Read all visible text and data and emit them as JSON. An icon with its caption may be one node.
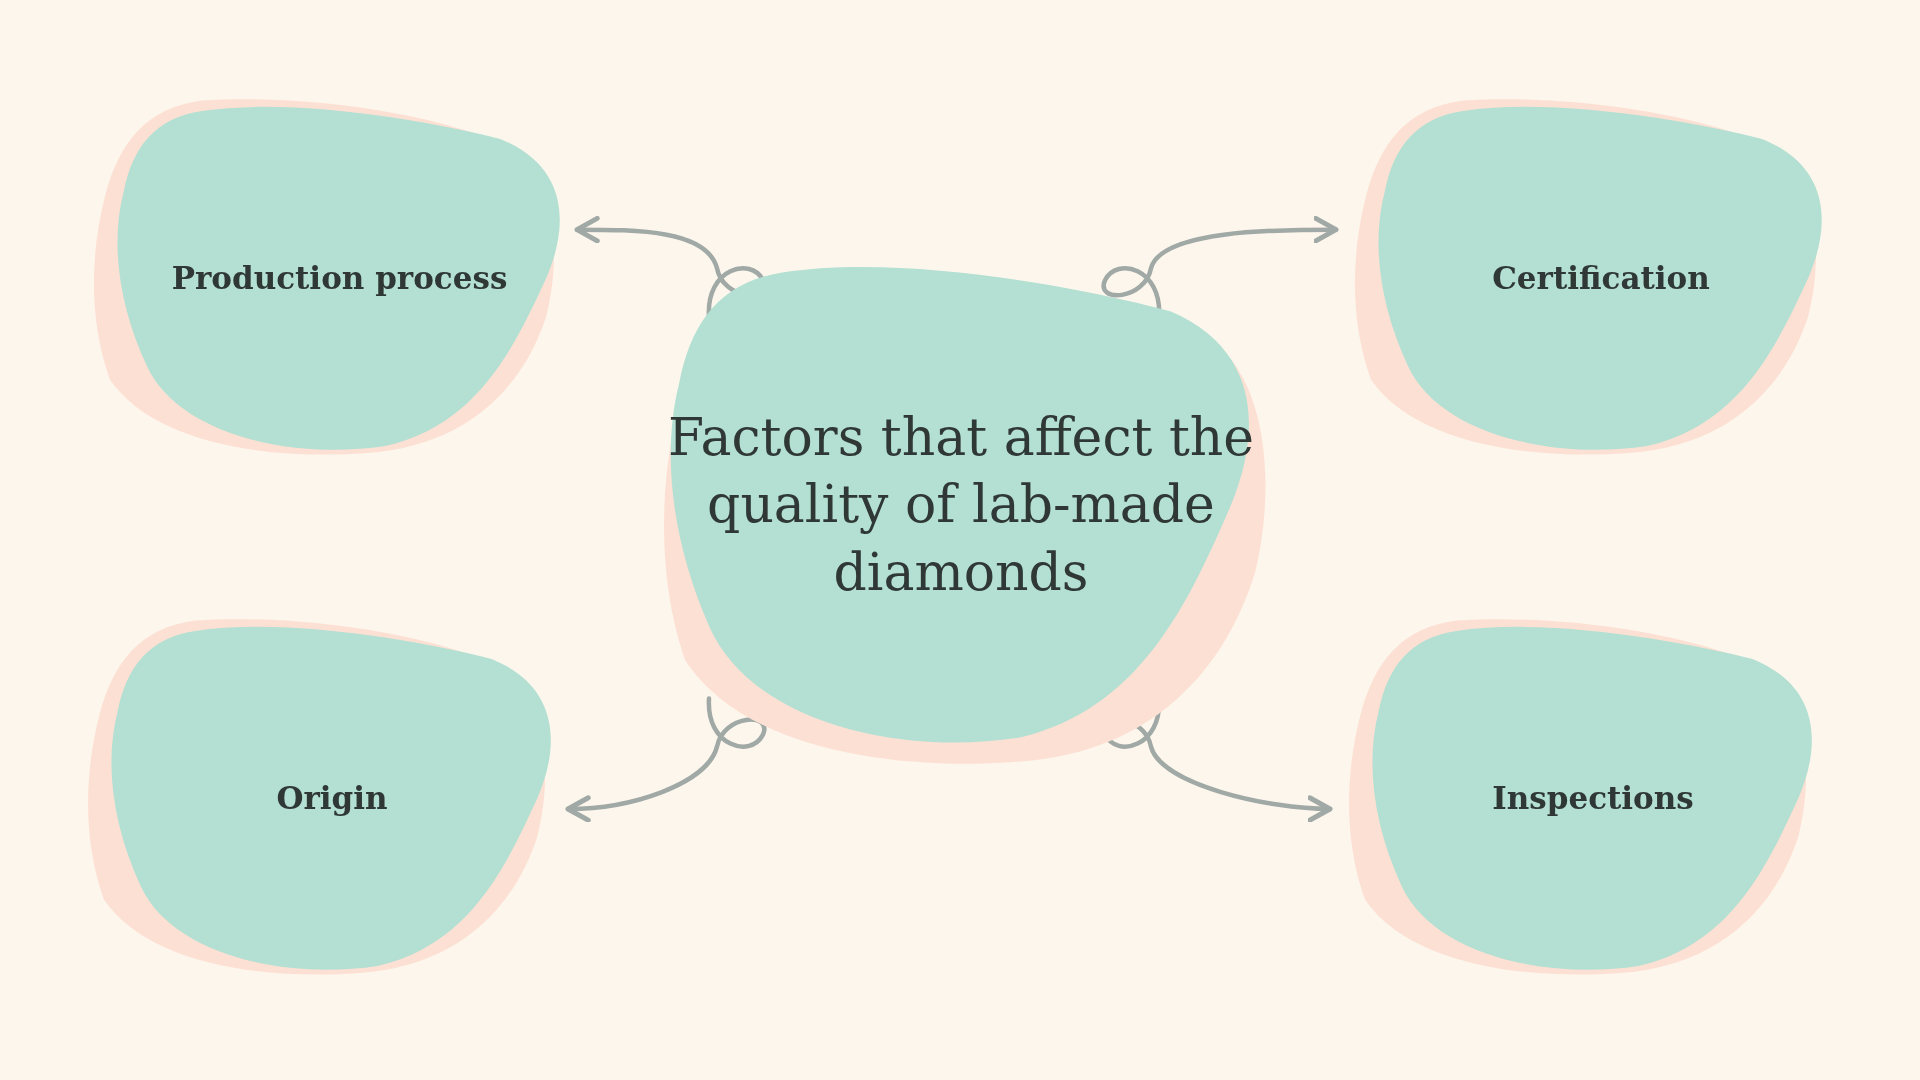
{
  "diagram": {
    "nodes": [
      {
        "text": [
          "Factors that affect the quality of lab-made diamonds"
        ]
      },
      {
        "text": [
          "Production process"
        ]
      },
      {
        "text": [
          "Certification"
        ]
      },
      {
        "text": [
          "Origin"
        ]
      },
      {
        "text": [
          "Inspections"
        ]
      }
    ],
    "edges": [
      {
        "from": 0,
        "to": 1,
        "arrow": "to"
      },
      {
        "from": 0,
        "to": 2,
        "arrow": "to"
      },
      {
        "from": 0,
        "to": 3,
        "arrow": "to"
      },
      {
        "from": 0,
        "to": 4,
        "arrow": "to"
      }
    ]
  }
}
